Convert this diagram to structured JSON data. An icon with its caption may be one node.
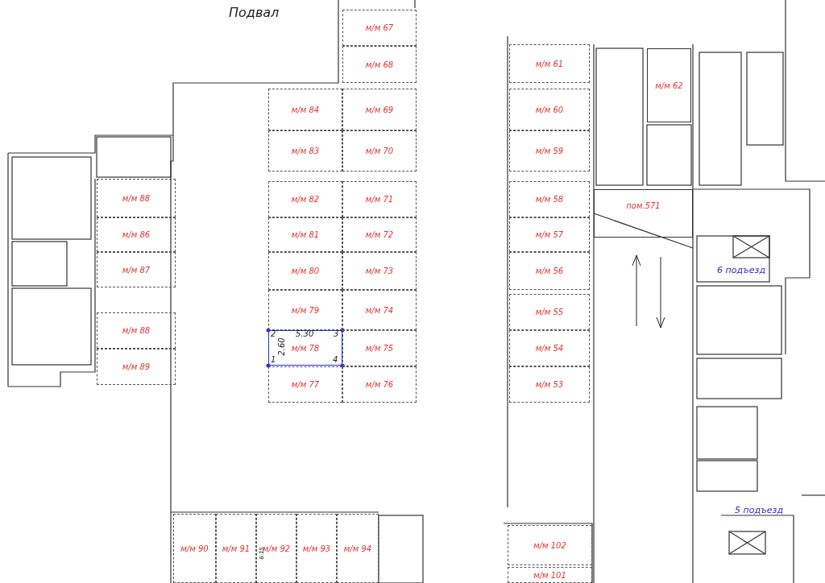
{
  "diagram": {
    "title": "Подвал",
    "nodes": [
      {
        "text": [
          "м/м 67"
        ]
      },
      {
        "text": [
          "м/м 68"
        ]
      },
      {
        "text": [
          "м/м 84"
        ]
      },
      {
        "text": [
          "м/м 69"
        ]
      },
      {
        "text": [
          "м/м 61"
        ]
      },
      {
        "text": [
          "м/м 62"
        ]
      },
      {
        "text": [
          "м/м 60"
        ]
      },
      {
        "text": [
          "м/м 83"
        ]
      },
      {
        "text": [
          "м/м 70"
        ]
      },
      {
        "text": [
          "м/м 59"
        ]
      },
      {
        "text": [
          "м/м 88"
        ]
      },
      {
        "text": [
          "м/м 82"
        ]
      },
      {
        "text": [
          "м/м 71"
        ]
      },
      {
        "text": [
          "м/м 58"
        ]
      },
      {
        "text": [
          "пом.571"
        ]
      },
      {
        "text": [
          "м/м 86"
        ]
      },
      {
        "text": [
          "м/м 81"
        ]
      },
      {
        "text": [
          "м/м 72"
        ]
      },
      {
        "text": [
          "м/м 57"
        ]
      },
      {
        "text": [
          "м/м 87"
        ]
      },
      {
        "text": [
          "м/м 80"
        ]
      },
      {
        "text": [
          "м/м 73"
        ]
      },
      {
        "text": [
          "м/м 56"
        ]
      },
      {
        "text": [
          "м/м 79"
        ]
      },
      {
        "text": [
          "м/м 74"
        ]
      },
      {
        "text": [
          "м/м 55"
        ]
      },
      {
        "text": [
          "м/м 88"
        ]
      },
      {
        "text": [
          "м/м 78"
        ]
      },
      {
        "text": [
          "м/м 75"
        ]
      },
      {
        "text": [
          "м/м 54"
        ]
      },
      {
        "text": [
          "м/м 89"
        ]
      },
      {
        "text": [
          "м/м 77"
        ]
      },
      {
        "text": [
          "м/м 76"
        ]
      },
      {
        "text": [
          "м/м 53"
        ]
      },
      {
        "text": [
          "м/м 90"
        ]
      },
      {
        "text": [
          "м/м 91"
        ]
      },
      {
        "text": [
          "м/м 92"
        ]
      },
      {
        "text": [
          "м/м 93"
        ]
      },
      {
        "text": [
          "м/м 94"
        ]
      },
      {
        "text": [
          "м/м 102"
        ]
      },
      {
        "text": [
          "м/м 101"
        ]
      }
    ],
    "labels": [
      "6 подъезд",
      "2",
      "5.30",
      "3",
      "2.60",
      "1",
      "4",
      "5 подъезд",
      "6.15"
    ]
  }
}
